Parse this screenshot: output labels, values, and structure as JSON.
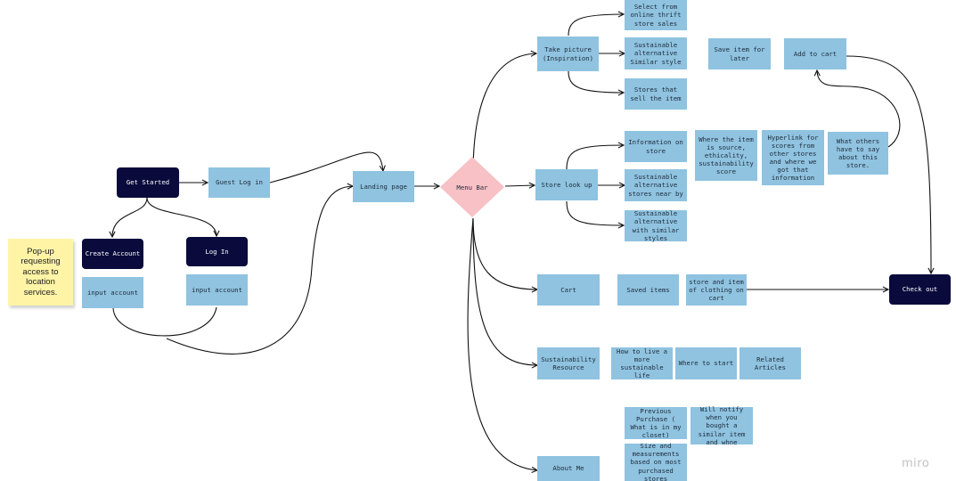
{
  "nodes": {
    "get_started": "Get Started",
    "guest_login": "Guest Log in",
    "create_account": "Create Account",
    "log_in": "Log In",
    "input_account_1": "input account",
    "input_account_2": "input account",
    "popup_note": "Pop-up requesting access to location services.",
    "landing_page": "Landing page",
    "menu_bar": "Menu Bar",
    "take_picture": "Take picture (Inspiration)",
    "select_thrift": "Select from online thrift store sales",
    "sustainable_alt_style": "Sustainable alternative Similar style",
    "stores_sell_item": "Stores that sell the item",
    "save_item_later": "Save item for later",
    "add_to_cart": "Add to cart",
    "store_look_up": "Store look up",
    "info_on_store": "Information on store",
    "where_item_source": "Where the item is source, ethicality, sustainability score",
    "hyperlink_scores": "Hyperlink for scores from other stores and where we got that information",
    "what_others_say": "What others have to say about this store.",
    "sustainable_near_by": "Sustainable alternative stores near by",
    "sustainable_similar_styles": "Sustainable alternative with similar styles",
    "cart": "Cart",
    "saved_items": "Saved items",
    "store_item_on_cart": "store and item of clothing on cart",
    "check_out": "Check out",
    "sustainability_resource": "Sustainability Resource",
    "how_to_live": "How to live a more sustainable life",
    "where_to_start": "Where to start",
    "related_articles": "Related Articles",
    "previous_purchase": "Previous Purchase ( What is in my closet)",
    "will_notify": "Will notify when you bought a similar item and whne",
    "about_me": "About Me",
    "size_measurements": "Size and measurements based on most purchased stores"
  },
  "brand": "miro",
  "colors": {
    "light_node": "#8fc3e0",
    "dark_node": "#0a0a3c",
    "diamond": "#f7c1c5",
    "sticky": "#fff4a6",
    "edge": "#111111"
  }
}
